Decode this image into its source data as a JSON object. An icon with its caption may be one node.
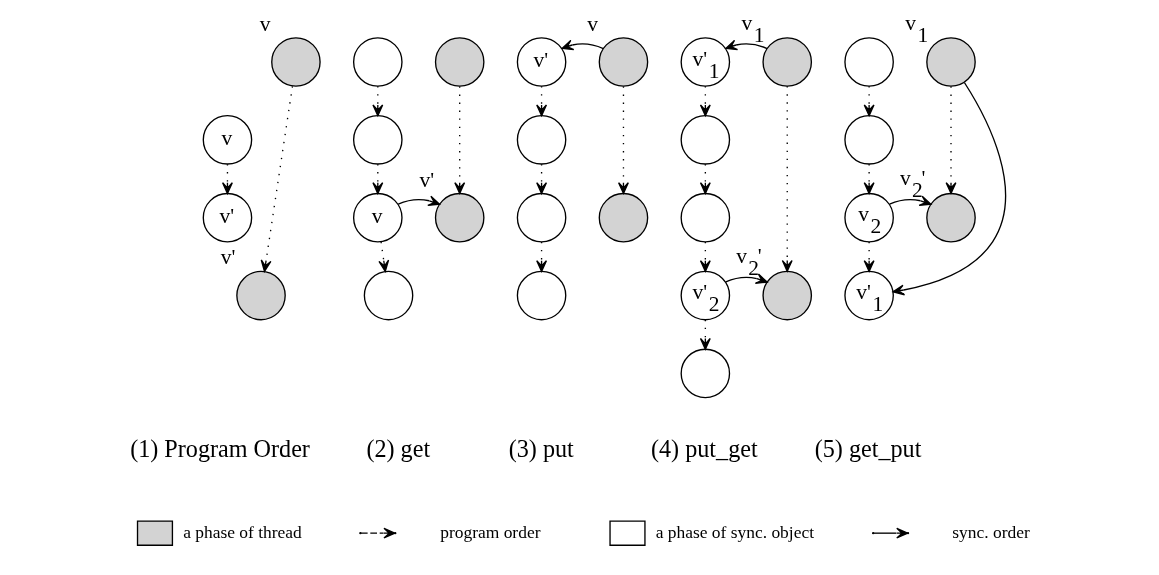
{
  "diagram": {
    "nodes": [
      {
        "text": [
          "v"
        ]
      },
      {
        "text": [
          "v'"
        ]
      },
      {
        "text": [],
        "shape": "circle",
        "beside": [
          "v"
        ]
      },
      {
        "text": [],
        "shape": "circle",
        "beside": [
          "v'"
        ]
      },
      {
        "text": [],
        "shape": "circle"
      },
      {
        "text": [],
        "shape": "circle"
      },
      {
        "text": [
          "v"
        ]
      },
      {
        "text": [],
        "shape": "circle"
      },
      {
        "text": [],
        "shape": "circle"
      },
      {
        "text": [],
        "shape": "circle",
        "beside": [
          "v'"
        ]
      },
      {
        "text": [
          "v'"
        ]
      },
      {
        "text": [],
        "shape": "circle"
      },
      {
        "text": [],
        "shape": "circle"
      },
      {
        "text": [],
        "shape": "circle"
      },
      {
        "text": [],
        "shape": "circle",
        "beside": [
          "v"
        ]
      },
      {
        "text": [],
        "shape": "circle"
      },
      {
        "text": [
          "v'$_{1}$"
        ]
      },
      {
        "text": [],
        "shape": "circle"
      },
      {
        "text": [],
        "shape": "circle"
      },
      {
        "text": [
          "v'$_{2}$"
        ]
      },
      {
        "text": [],
        "shape": "circle"
      },
      {
        "text": [],
        "shape": "circle",
        "beside": [
          "v$_{1}$"
        ]
      },
      {
        "text": [],
        "shape": "circle",
        "beside": [
          "v$_{2}$'"
        ]
      },
      {
        "text": [],
        "shape": "circle"
      },
      {
        "text": [],
        "shape": "circle"
      },
      {
        "text": [
          "v$_{2}$"
        ]
      },
      {
        "text": [
          "v'$_{1}$"
        ]
      },
      {
        "text": [],
        "shape": "circle",
        "beside": [
          "v$_{1}$"
        ]
      },
      {
        "text": [],
        "shape": "circle",
        "beside": [
          "v$_{2}$'"
        ]
      }
    ],
    "edges": [
      {
        "from": 0,
        "to": 1,
        "arrow": "to",
        "style": "dashed"
      },
      {
        "from": 2,
        "to": 3,
        "arrow": "to",
        "style": "dashed"
      },
      {
        "from": 4,
        "to": 5,
        "arrow": "to",
        "style": "dashed"
      },
      {
        "from": 5,
        "to": 6,
        "arrow": "to",
        "style": "dashed"
      },
      {
        "from": 6,
        "to": 7,
        "arrow": "to",
        "style": "dashed"
      },
      {
        "from": 8,
        "to": 9,
        "arrow": "to",
        "style": "dashed"
      },
      {
        "from": 6,
        "to": 9,
        "arrow": "to"
      },
      {
        "from": 10,
        "to": 11,
        "arrow": "to",
        "style": "dashed"
      },
      {
        "from": 11,
        "to": 12,
        "arrow": "to",
        "style": "dashed"
      },
      {
        "from": 12,
        "to": 13,
        "arrow": "to",
        "style": "dashed"
      },
      {
        "from": 14,
        "to": 15,
        "arrow": "to",
        "style": "dashed"
      },
      {
        "from": 14,
        "to": 10,
        "arrow": "to"
      },
      {
        "from": 16,
        "to": 17,
        "arrow": "to",
        "style": "dashed"
      },
      {
        "from": 17,
        "to": 18,
        "arrow": "to",
        "style": "dashed"
      },
      {
        "from": 18,
        "to": 19,
        "arrow": "to",
        "style": "dashed"
      },
      {
        "from": 19,
        "to": 20,
        "arrow": "to",
        "style": "dashed"
      },
      {
        "from": 21,
        "to": 22,
        "arrow": "to",
        "style": "dashed"
      },
      {
        "from": 21,
        "to": 16,
        "arrow": "to"
      },
      {
        "from": 19,
        "to": 22,
        "arrow": "to"
      },
      {
        "from": 23,
        "to": 24,
        "arrow": "to",
        "style": "dashed"
      },
      {
        "from": 24,
        "to": 25,
        "arrow": "to",
        "style": "dashed"
      },
      {
        "from": 25,
        "to": 26,
        "arrow": "to",
        "style": "dashed"
      },
      {
        "from": 27,
        "to": 28,
        "arrow": "to",
        "style": "dashed"
      },
      {
        "from": 27,
        "to": 26,
        "arrow": "to"
      },
      {
        "from": 25,
        "to": 28,
        "arrow": "to"
      }
    ],
    "labels": [
      "(1) Program Order",
      "(2) get",
      "(3) put",
      "(4) put_get",
      "(5) get_put"
    ],
    "legend": [
      {
        "text": "a phase of thread",
        "color": "#d3d3d3"
      },
      {
        "text": "program order"
      },
      {
        "text": "a phase of sync. object",
        "color": "#ffffff"
      },
      {
        "text": "sync. order"
      }
    ]
  }
}
